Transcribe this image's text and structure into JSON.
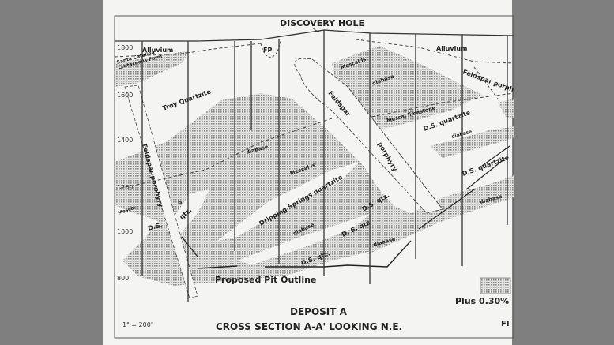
{
  "title": "DISCOVERY HOLE",
  "elevations": [
    "1800",
    "1600",
    "1400",
    "1200",
    "1000",
    "800"
  ],
  "units": {
    "alluvium_left": "Alluvium",
    "alluvium_right": "Alluvium",
    "cretaceous": "Santa Catalina Cretaceous Form",
    "troy": "Troy Quartzite",
    "fp": "FP",
    "feldspar_left": "Feldspar porphyry",
    "feldspar_center_1": "Feldspar",
    "feldspar_center_2": "porphyry",
    "feldspar_right": "Feldspar porph",
    "mescal_ls_top": "Mescal ls",
    "mescal_ls_mid": "Mescal ls",
    "mescal_limestone": "Mescal limestone",
    "mescal_left": "Mescal",
    "ls_left": "ls",
    "diabase_1": "diabase",
    "diabase_2": "diabase",
    "diabase_3": "diabase",
    "diabase_4": "diabase",
    "diabase_5": "diabase",
    "diabase_6": "diabase",
    "ds_quartzite_1": "D.S. quartzite",
    "ds_quartzite_2": "D.S. quartzite",
    "dripping": "Dripping Springs quartzite",
    "ds_left": "D.S.",
    "qtz_left": "qtz.",
    "ds_qtz_1": "D.S. qtz.",
    "ds_qtz_2": "D. S. qtz.",
    "ds_qtz_3": "D.S. qtz."
  },
  "pit_label": "Proposed Pit Outline",
  "legend_label": "Plus 0.30%",
  "scale": "1\" = 200'",
  "caption_1": "DEPOSIT A",
  "caption_2": "CROSS SECTION A-A' LOOKING N.E.",
  "fig_label": "FI"
}
